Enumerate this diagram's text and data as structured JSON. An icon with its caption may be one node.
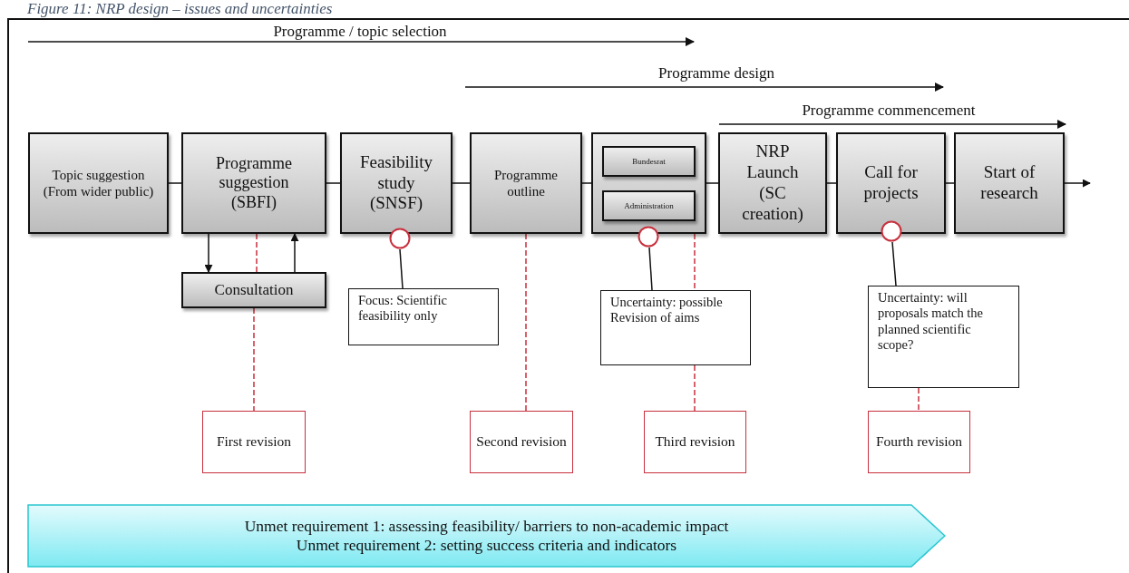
{
  "diagram": {
    "title": "Figure 11: NRP design – issues and uncertainties",
    "nodes": [
      {
        "text": [
          "Topic suggestion (From wider public)"
        ]
      },
      {
        "text": [
          "Programme suggestion (SBFI)"
        ]
      },
      {
        "text": [
          "Feasibility study (SNSF)"
        ]
      },
      {
        "text": [
          "Programme outline"
        ]
      },
      {
        "text": [],
        "shape": "box"
      },
      {
        "text": [
          "Bundesrat"
        ],
        "in": 4
      },
      {
        "text": [
          "Administration"
        ],
        "in": 4
      },
      {
        "text": [
          "NRP Launch (SC creation)"
        ]
      },
      {
        "text": [
          "Call for projects"
        ]
      },
      {
        "text": [
          "Start of research"
        ]
      },
      {
        "text": [
          "Consultation"
        ]
      },
      {
        "text": [],
        "shape": "circle"
      },
      {
        "text": [
          "Focus: Scientific feasibility only"
        ]
      },
      {
        "text": [],
        "shape": "circle"
      },
      {
        "text": [
          "Uncertainty: possible Revision of aims"
        ]
      },
      {
        "text": [],
        "shape": "circle"
      },
      {
        "text": [
          "Uncertainty: will proposals match the planned scientific scope?"
        ]
      },
      {
        "text": [
          "First revision"
        ]
      },
      {
        "text": [
          "Second revision"
        ]
      },
      {
        "text": [
          "Third revision"
        ]
      },
      {
        "text": [
          "Fourth revision"
        ]
      },
      {
        "text": [
          "Unmet requirement 1: assessing feasibility/ barriers to non-academic impact",
          "Unmet requirement 2: setting success criteria and indicators"
        ]
      }
    ],
    "edges": [
      {
        "from": 0,
        "to": 1,
        "arrow": "none"
      },
      {
        "from": 1,
        "to": 2,
        "arrow": "none"
      },
      {
        "from": 2,
        "to": 3,
        "arrow": "none"
      },
      {
        "from": 3,
        "to": 4,
        "arrow": "none"
      },
      {
        "from": 4,
        "to": 7,
        "arrow": "none"
      },
      {
        "from": 7,
        "to": 8,
        "arrow": "none"
      },
      {
        "from": 8,
        "to": 9,
        "arrow": "none"
      },
      {
        "from": 9,
        "to": null,
        "arrow": "to"
      },
      {
        "from": 1,
        "to": 10,
        "arrow": "to"
      },
      {
        "from": 10,
        "to": 1,
        "arrow": "to"
      },
      {
        "from": 12,
        "to": 11,
        "arrow": "none"
      },
      {
        "from": 14,
        "to": 13,
        "arrow": "none"
      },
      {
        "from": 16,
        "to": 15,
        "arrow": "none"
      },
      {
        "from": 1,
        "to": 10,
        "arrow": "none",
        "style": "dashed",
        "color": "#c8313e"
      },
      {
        "from": 10,
        "to": 17,
        "arrow": "none",
        "style": "dashed",
        "color": "#c8313e"
      },
      {
        "from": 3,
        "to": 18,
        "arrow": "none",
        "style": "dashed",
        "color": "#c8313e"
      },
      {
        "from": 4,
        "to": 14,
        "arrow": "none",
        "style": "dashed",
        "color": "#c8313e"
      },
      {
        "from": 14,
        "to": 19,
        "arrow": "none",
        "style": "dashed",
        "color": "#c8313e"
      },
      {
        "from": 16,
        "to": 20,
        "arrow": "none",
        "style": "dashed",
        "color": "#c8313e"
      }
    ],
    "labels": [
      "Programme / topic selection",
      "Programme design",
      "Programme commencement"
    ]
  }
}
